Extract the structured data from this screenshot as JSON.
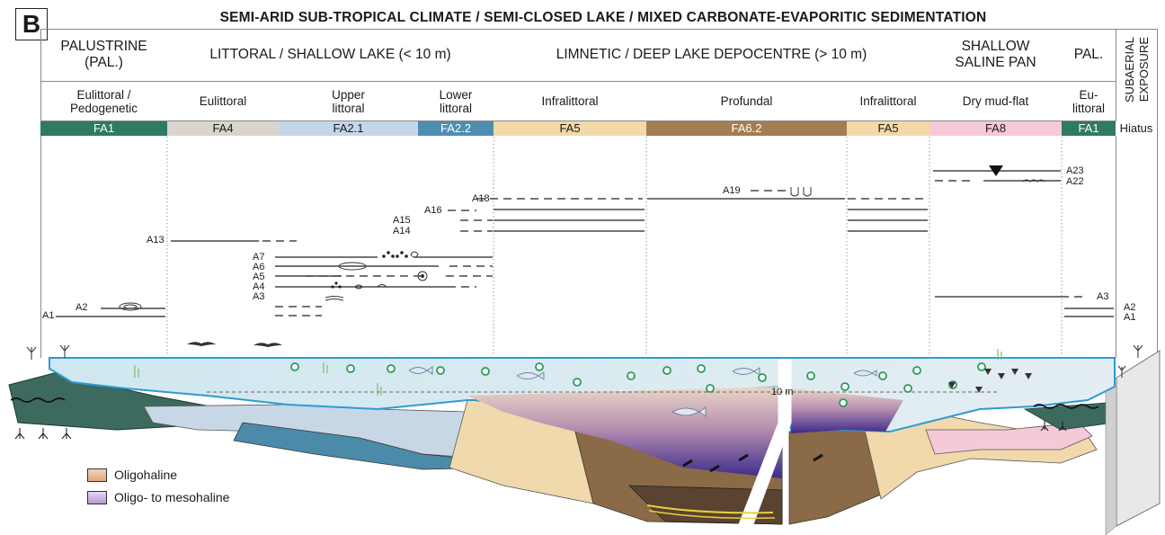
{
  "panel": {
    "letter": "B",
    "banner": "SEMI-ARID SUB-TROPICAL CLIMATE / SEMI-CLOSED LAKE / MIXED CARBONATE-EVAPORITIC SEDIMENTATION"
  },
  "environments": [
    {
      "label": "PALUSTRINE\n(PAL.)"
    },
    {
      "label": "LITTORAL / SHALLOW LAKE (< 10 m)"
    },
    {
      "label": "LIMNETIC / DEEP LAKE DEPOCENTRE (> 10 m)"
    },
    {
      "label": "SHALLOW\nSALINE PAN"
    },
    {
      "label": "PAL."
    }
  ],
  "subaerial": {
    "line1": "SUBAERIAL",
    "line2": "EXPOSURE"
  },
  "subzones": [
    {
      "label": "Eulittoral /\nPedogenetic"
    },
    {
      "label": "Eulittoral"
    },
    {
      "label": "Upper\nlittoral"
    },
    {
      "label": "Lower\nlittoral"
    },
    {
      "label": "Infralittoral"
    },
    {
      "label": "Profundal"
    },
    {
      "label": "Infralittoral"
    },
    {
      "label": "Dry mud-flat"
    },
    {
      "label": "Eu-\nlittoral"
    }
  ],
  "facies": [
    {
      "label": "FA1",
      "color": "#2e7a62"
    },
    {
      "label": "FA4",
      "color": "#d9d4cc"
    },
    {
      "label": "FA2.1",
      "color": "#c4d6ea"
    },
    {
      "label": "FA2.2",
      "color": "#4e8fb0"
    },
    {
      "label": "FA5",
      "color": "#f1d9a8"
    },
    {
      "label": "FA6.2",
      "color": "#a47e52"
    },
    {
      "label": "FA5",
      "color": "#f1d9a8"
    },
    {
      "label": "FA8",
      "color": "#f6c9d6"
    },
    {
      "label": "FA1",
      "color": "#2e7a62"
    },
    {
      "label": "Hiatus",
      "color": "#ffffff"
    }
  ],
  "surfaces": {
    "A1": "A1",
    "A2": "A2",
    "A3": "A3",
    "A4": "A4",
    "A5": "A5",
    "A6": "A6",
    "A7": "A7",
    "A13": "A13",
    "A14": "A14",
    "A15": "A15",
    "A16": "A16",
    "A18": "A18",
    "A19": "A19",
    "A22": "A22",
    "A23": "A23"
  },
  "depth_label": "10 m",
  "legend": [
    {
      "label": "Oligohaline",
      "color": "#e9b58c"
    },
    {
      "label": "Oligo- to mesohaline",
      "color": "#c6b3e0"
    }
  ],
  "colors": {
    "water": "#d6ecf4",
    "water_edge": "#2e9bd1",
    "shallow_lake": "#a9d0de",
    "deep_water_top": "#e7d6c6",
    "deep_water_bottom": "#3f2a8a"
  }
}
